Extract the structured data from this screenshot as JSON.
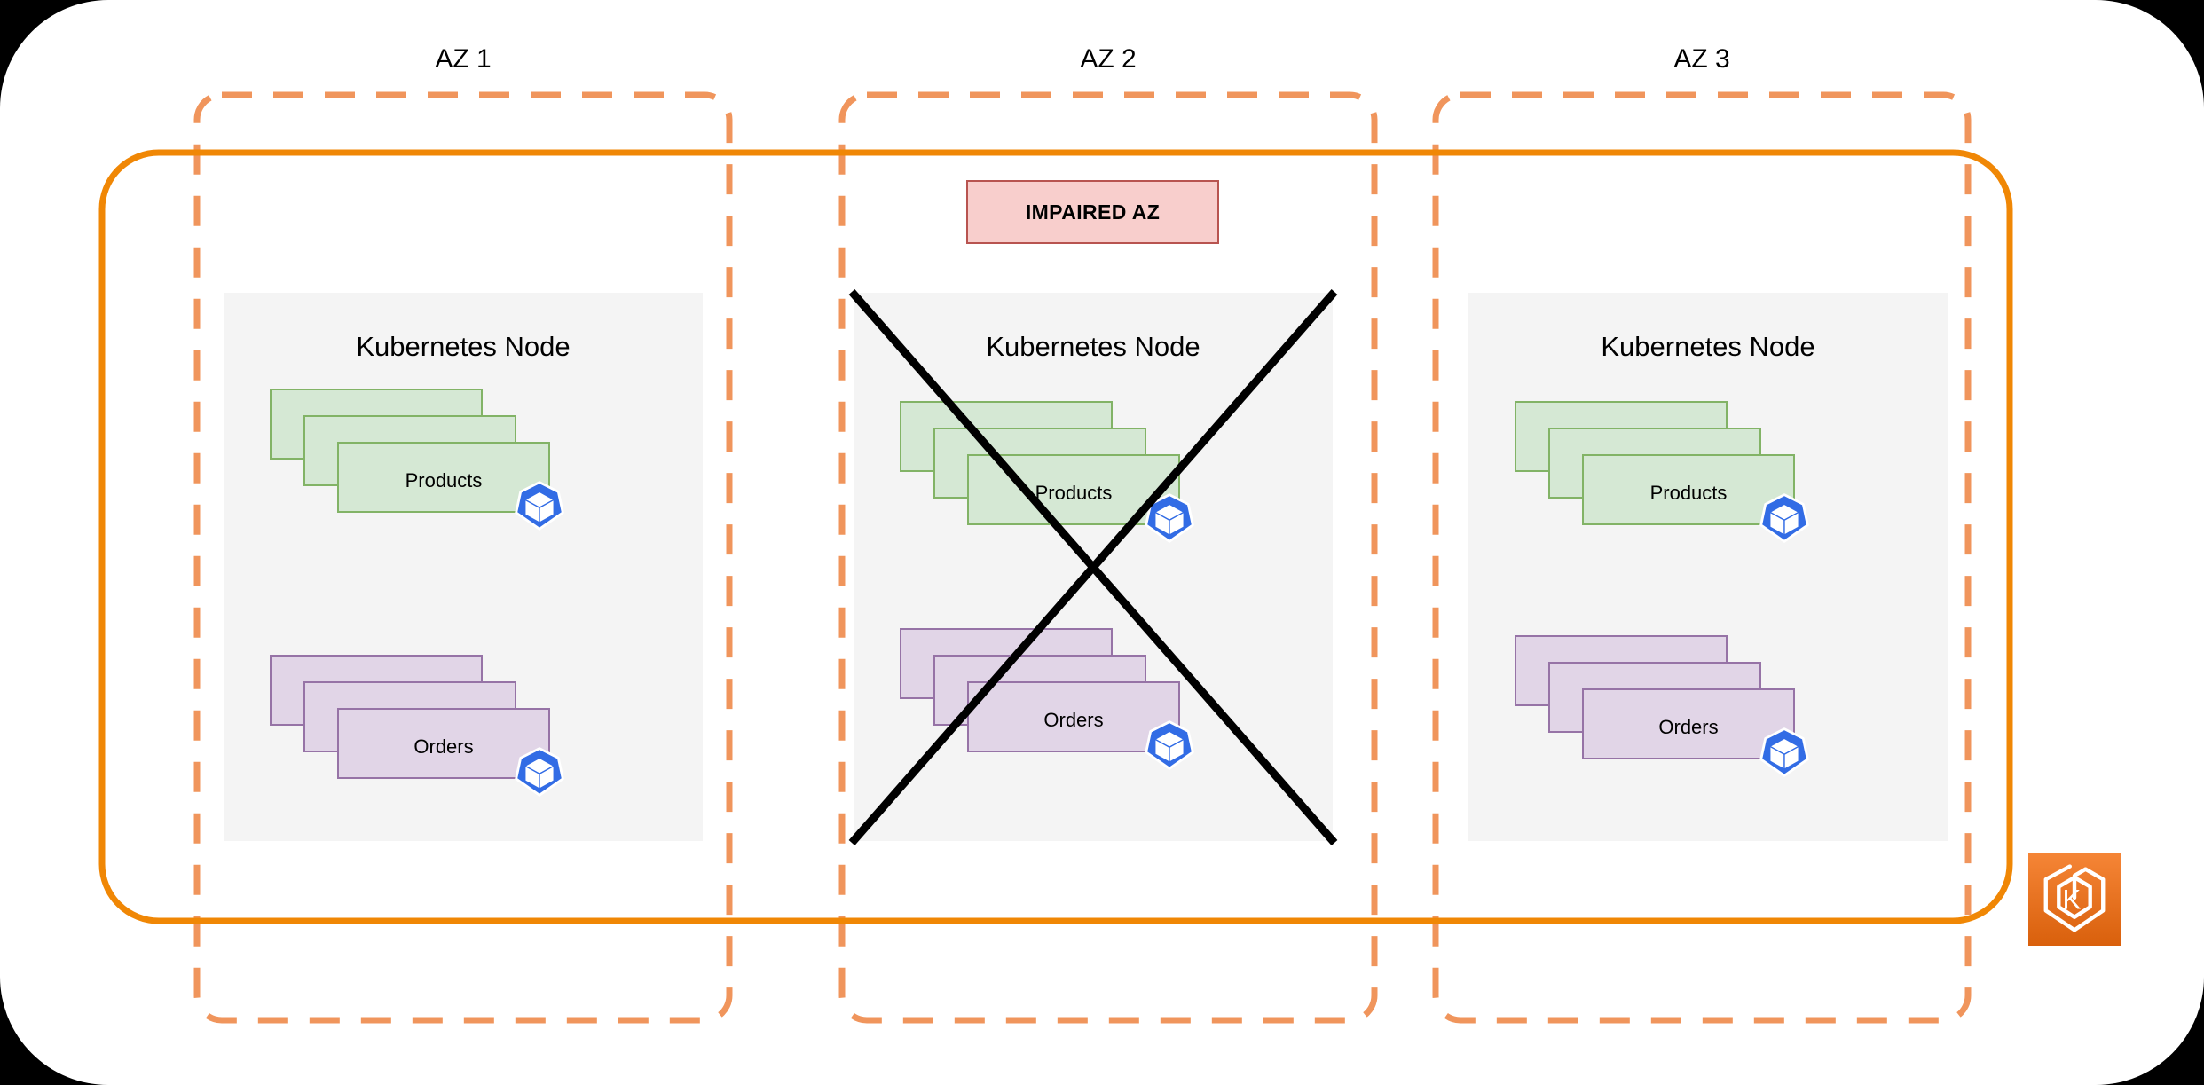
{
  "diagram": {
    "title": "Multi-AZ Kubernetes cluster with impaired availability zone",
    "colors": {
      "cluster_boundary": "#f08705",
      "az_boundary": "#f0955c",
      "node_fill": "#f4f4f4",
      "pod_green_fill": "#d5e8d4",
      "pod_green_border": "#82b366",
      "pod_purple_fill": "#e1d5e7",
      "pod_purple_border": "#9673a6",
      "impaired_fill": "#f8cecc",
      "impaired_border": "#b85450",
      "k8s_blue": "#326ce5",
      "failure_cross": "#000000",
      "eks_orange_top": "#f58536",
      "eks_orange_bottom": "#d9600c",
      "canvas": "#ffffff"
    },
    "zones": [
      {
        "label": "AZ 1",
        "impaired": false,
        "node": {
          "title": "Kubernetes Node",
          "workloads": [
            {
              "label": "Products",
              "color": "green",
              "replicas": 3,
              "icon": "kubernetes-pod-icon"
            },
            {
              "label": "Orders",
              "color": "purple",
              "replicas": 3,
              "icon": "kubernetes-pod-icon"
            }
          ]
        }
      },
      {
        "label": "AZ 2",
        "impaired": true,
        "impaired_badge": "IMPAIRED AZ",
        "node": {
          "title": "Kubernetes Node",
          "workloads": [
            {
              "label": "Products",
              "color": "green",
              "replicas": 3,
              "icon": "kubernetes-pod-icon"
            },
            {
              "label": "Orders",
              "color": "purple",
              "replicas": 3,
              "icon": "kubernetes-pod-icon"
            }
          ]
        }
      },
      {
        "label": "AZ 3",
        "impaired": false,
        "node": {
          "title": "Kubernetes Node",
          "workloads": [
            {
              "label": "Products",
              "color": "green",
              "replicas": 3,
              "icon": "kubernetes-pod-icon"
            },
            {
              "label": "Orders",
              "color": "purple",
              "replicas": 3,
              "icon": "kubernetes-pod-icon"
            }
          ]
        }
      }
    ],
    "cluster_badge": {
      "icon": "aws-eks-logo",
      "letter": "K"
    }
  }
}
